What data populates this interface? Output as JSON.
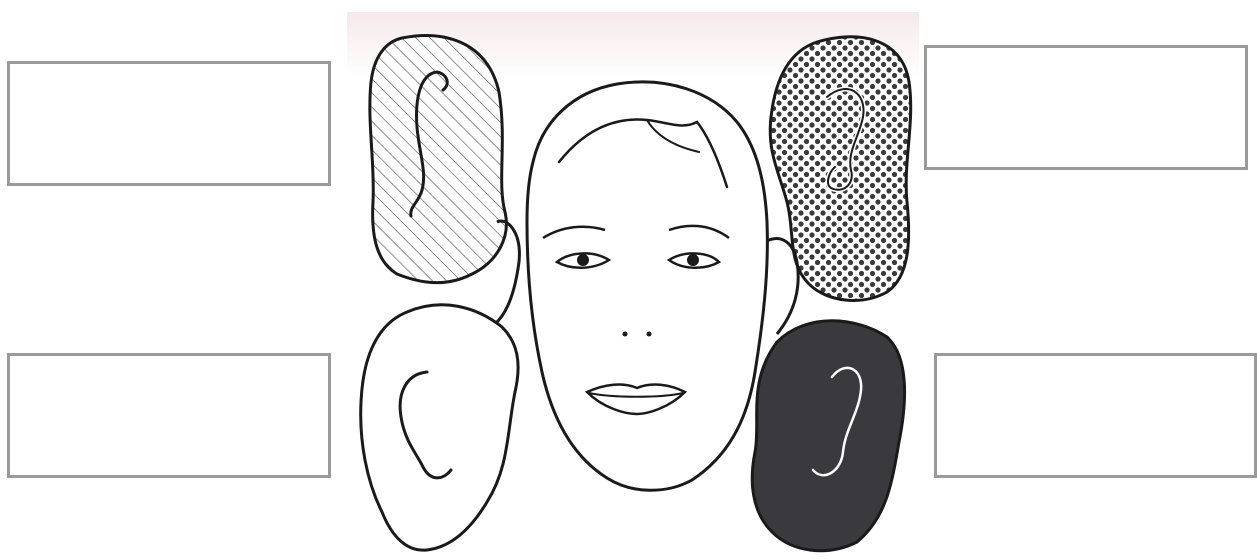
{
  "colors": {
    "background_tint": "#f6e9ea",
    "line": "#1a1a1a",
    "dark_ear_fill": "#3a3a3e",
    "box_border": "#9a9a9a"
  },
  "label_boxes": {
    "top_left": "",
    "top_right": "",
    "bottom_left": "",
    "bottom_right": ""
  },
  "figure": {
    "subject": "face-with-four-ears",
    "ear_patterns": [
      "hatched",
      "dotted",
      "plain",
      "solid-dark"
    ]
  }
}
